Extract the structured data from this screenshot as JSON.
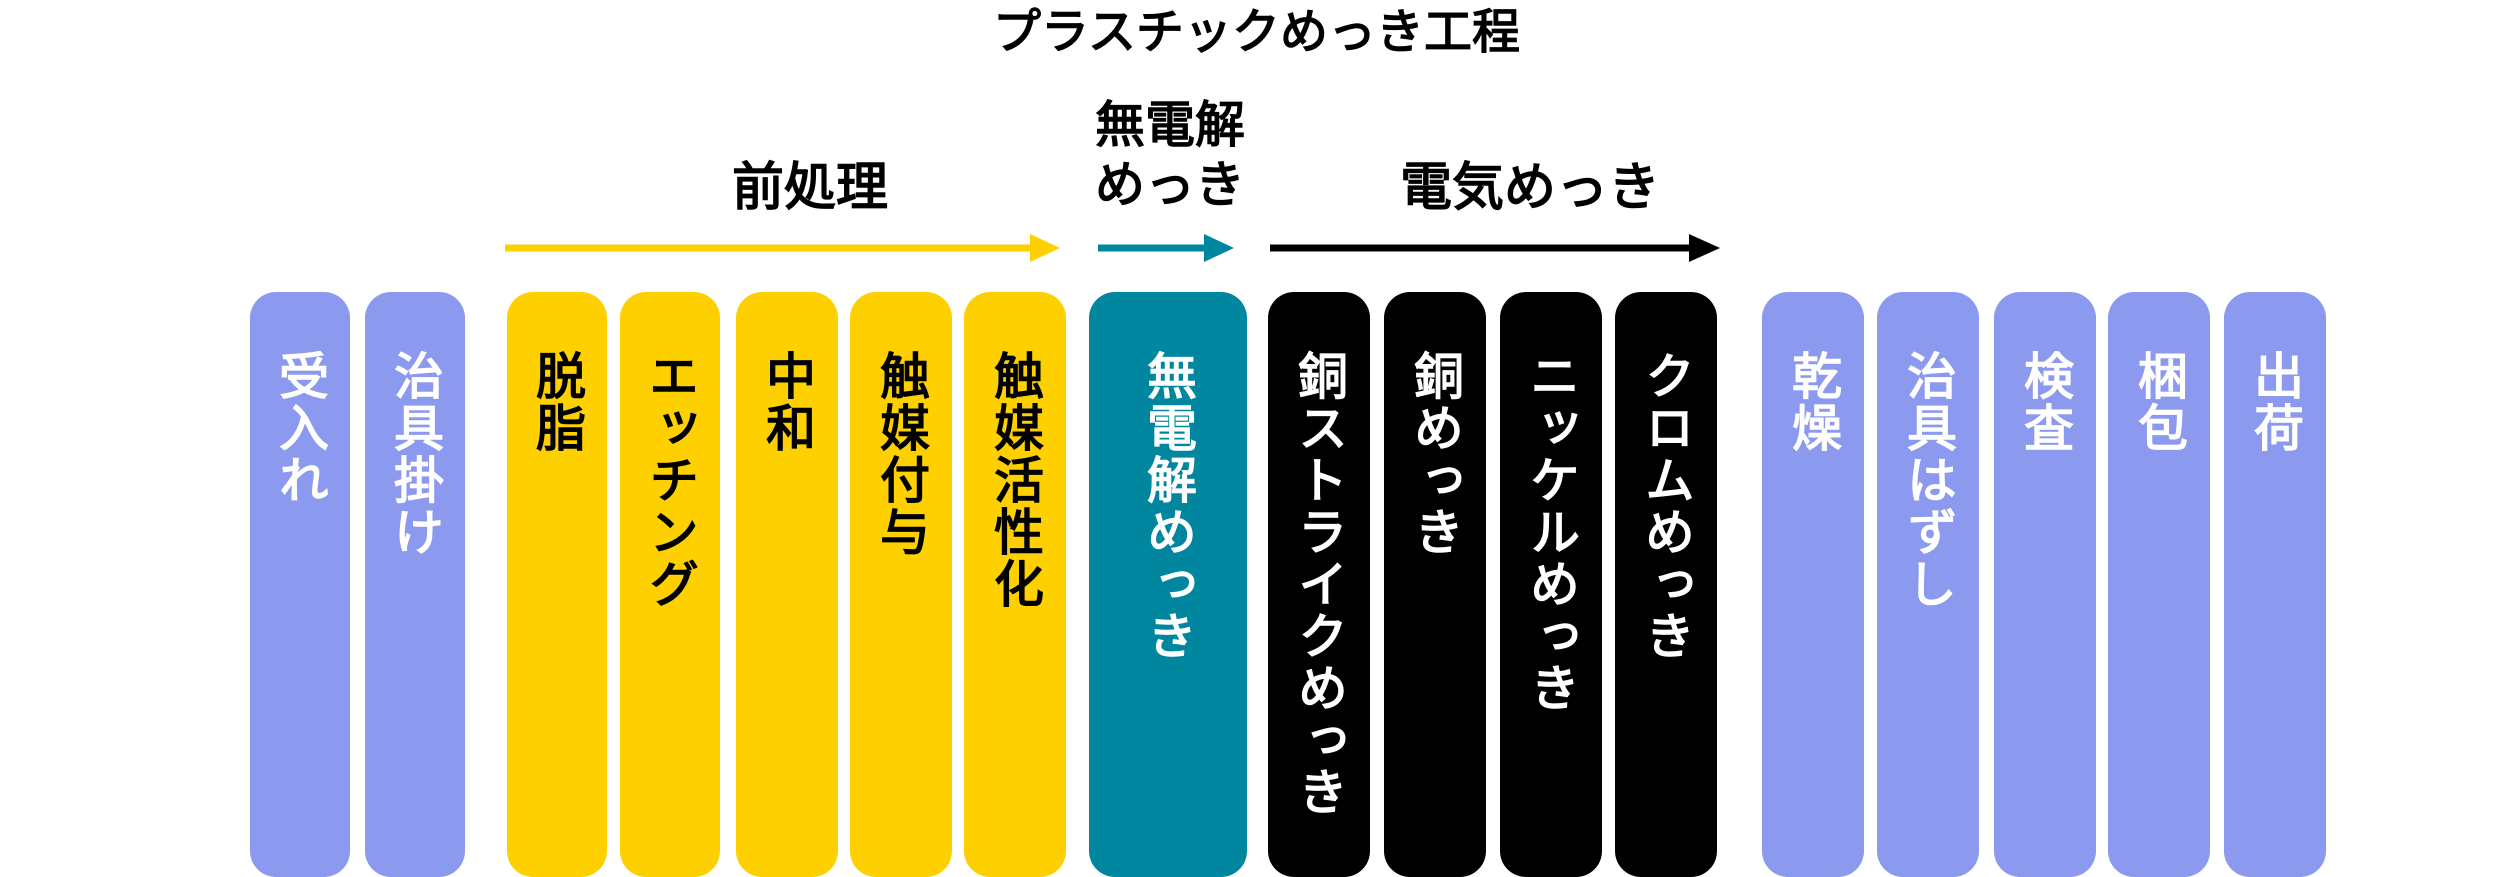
{
  "title": "プラスチックめっき工程",
  "colors": {
    "outside": "#8b99ee",
    "pretreatment": "#fed000",
    "electroless": "#00869e",
    "electroplating": "#000000"
  },
  "groups": {
    "pretreatment": "前処理",
    "electroless": "無電解\nめっき",
    "electroplating": "電気めっき"
  },
  "steps": [
    {
      "label": "受入れ",
      "group": "outside"
    },
    {
      "label": "治具掛け",
      "group": "outside"
    },
    {
      "label": "脱脂",
      "group": "pretreatment"
    },
    {
      "label": "エッチング",
      "group": "pretreatment"
    },
    {
      "label": "中和",
      "group": "pretreatment"
    },
    {
      "label": "触媒付与",
      "group": "pretreatment"
    },
    {
      "label": "触媒活性化",
      "group": "pretreatment"
    },
    {
      "label": "無電解めっき",
      "group": "electroless"
    },
    {
      "label": "銅ストライクめっき",
      "group": "electroplating"
    },
    {
      "label": "銅めっき",
      "group": "electroplating"
    },
    {
      "label": "ニッケルめっき",
      "group": "electroplating"
    },
    {
      "label": "クロムめっき",
      "group": "electroplating"
    },
    {
      "label": "乾燥",
      "group": "outside"
    },
    {
      "label": "治具はずし",
      "group": "outside"
    },
    {
      "label": "検査",
      "group": "outside"
    },
    {
      "label": "梱包",
      "group": "outside"
    },
    {
      "label": "出荷",
      "group": "outside"
    }
  ]
}
